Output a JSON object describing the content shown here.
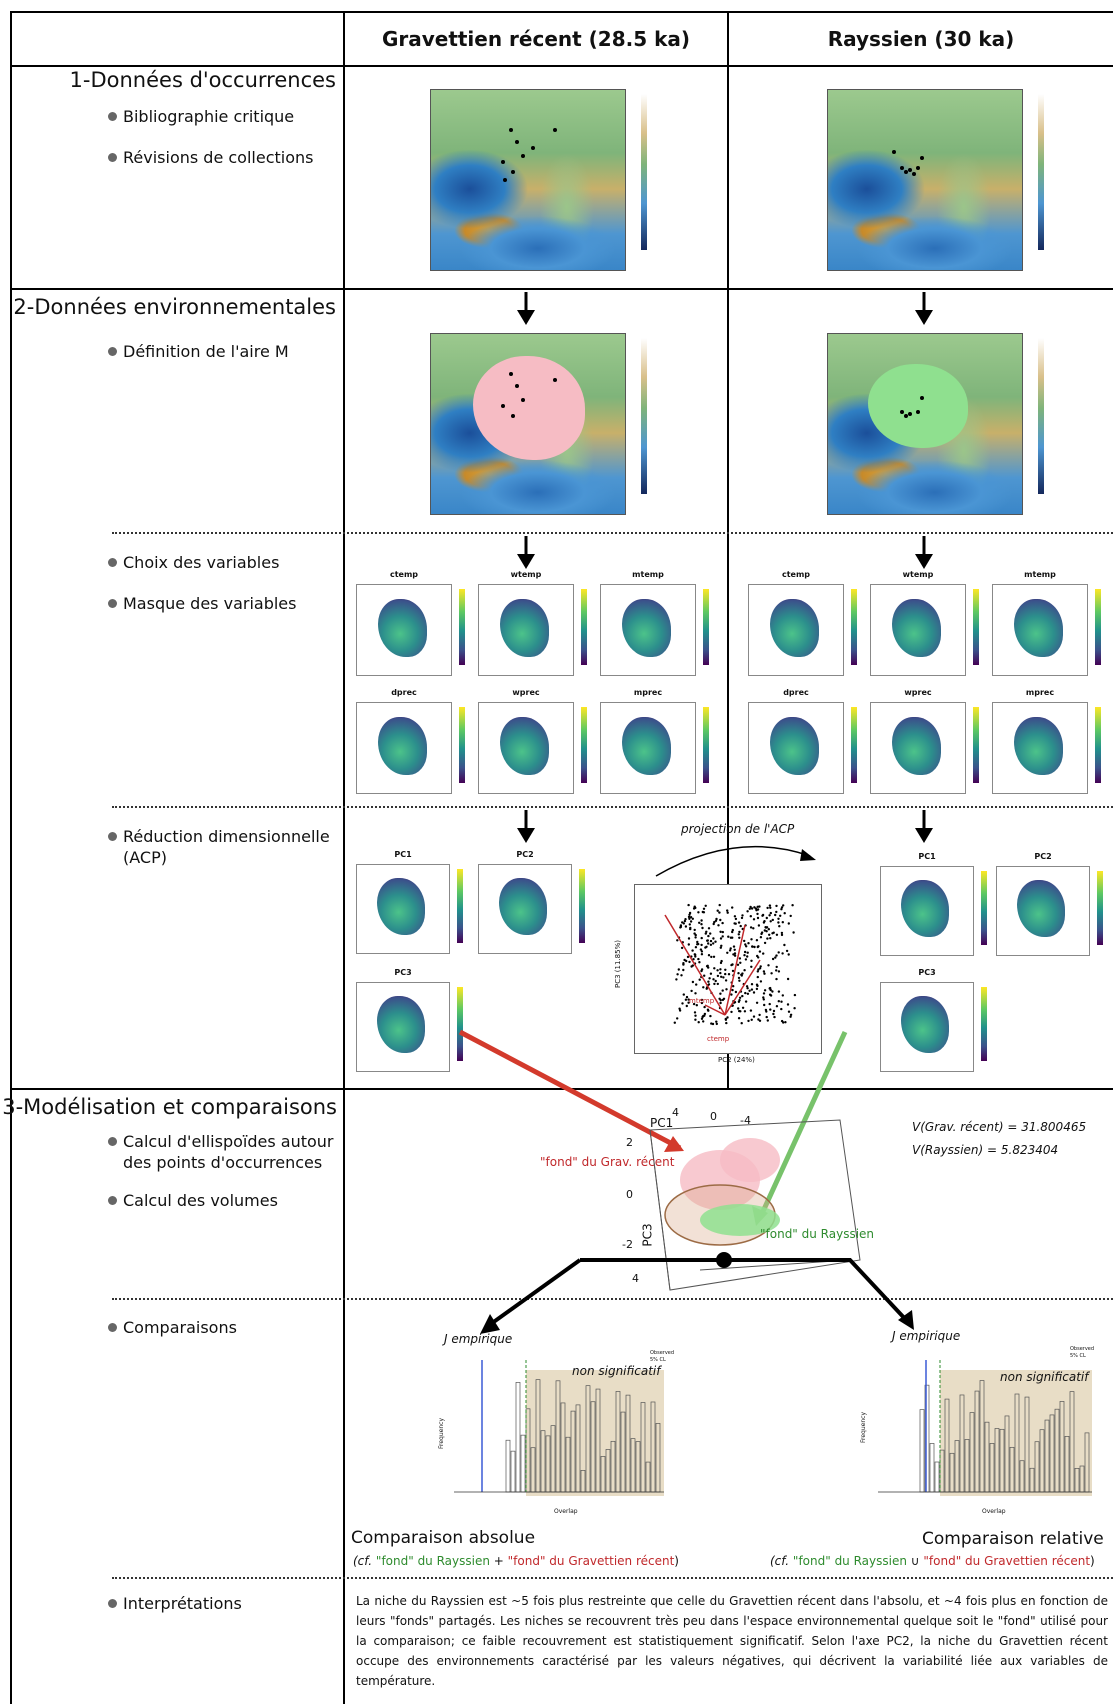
{
  "header": {
    "col1": "Gravettien récent (28.5 ka)",
    "col2": "Rayssien (30 ka)"
  },
  "sections": {
    "s1": {
      "title": "1-Données d'occurrences",
      "bullets": [
        "Bibliographie critique",
        "Révisions de collections"
      ]
    },
    "s2": {
      "title": "2-Données environnementales",
      "bullets_a": [
        "Définition de l'aire M"
      ],
      "bullets_b": [
        "Choix des variables",
        "Masque des variables"
      ],
      "bullets_c": [
        "Réduction dimensionnelle (ACP)"
      ]
    },
    "s3": {
      "title": "3-Modélisation et comparaisons",
      "bullets_a": [
        "Calcul d'ellispoïdes autour des points d'occurrences",
        "Calcul des volumes"
      ],
      "bullets_b": [
        "Comparaisons"
      ],
      "bullets_c": [
        "Interprétations"
      ]
    }
  },
  "variables": {
    "row1": [
      "ctemp",
      "wtemp",
      "mtemp"
    ],
    "row2": [
      "dprec",
      "wprec",
      "mprec"
    ]
  },
  "pca": {
    "panels": [
      "PC1",
      "PC2",
      "PC3"
    ],
    "projection_label": "projection de l'ACP",
    "xlabel": "PC2 (24%)",
    "ylabel": "PC3 (11.85%)",
    "vector_labels": [
      "mtemp",
      "ctemp"
    ]
  },
  "model": {
    "axis_labels": [
      "PC1",
      "PC3"
    ],
    "axis_ticks": [
      "4",
      "0",
      "-4",
      "2",
      "0",
      "-2",
      "4"
    ],
    "grav_label": "\"fond\" du Grav. récent",
    "ray_label": "\"fond\" du Rayssien",
    "volume_grav": "V(Grav. récent) = 31.800465",
    "volume_ray": "V(Rayssien) = 5.823404"
  },
  "comparisons": {
    "left": {
      "j_label": "J empirique",
      "ns_label": "non significatif",
      "title": "Comparaison absolue",
      "caption_prefix": "(cf. ",
      "caption_a": "\"fond\" du Rayssien",
      "caption_op": " + ",
      "caption_b": "\"fond\" du Gravettien récent",
      "caption_suffix": ")",
      "legend": [
        "Observed",
        "5% CL"
      ],
      "xlabel": "Overlap",
      "ylabel": "Frequency"
    },
    "right": {
      "j_label": "J empirique",
      "ns_label": "non significatif",
      "title": "Comparaison relative",
      "caption_prefix": "(cf. ",
      "caption_a": "\"fond\" du Rayssien",
      "caption_op": " ∪ ",
      "caption_b": "\"fond\" du Gravettien récent",
      "caption_suffix": ")",
      "legend": [
        "Observed",
        "5% CL"
      ],
      "xlabel": "Overlap",
      "ylabel": "Frequency"
    }
  },
  "interpretation": "La niche du Rayssien est ~5 fois plus restreinte que celle du Gravettien récent dans l'absolu, et ~4 fois plus en fonction de leurs \"fonds\" partagés. Les niches se recouvrent très peu dans l'espace environnemental quelque soit le \"fond\" utilisé pour la comparaison; ce faible recouvrement est statistiquement significatif. Selon l'axe PC2, la niche du Gravettien récent occupe des environnements caractérisé par les valeurs négatives, qui décrivent la variabilité liée aux variables de température.",
  "colors": {
    "grav_area": "#f6bcc4",
    "ray_area": "#8fe08f",
    "red_arrow": "#d33a2c",
    "green_arrow": "#78c26b",
    "hist_fill": "#d9c7a0",
    "blue_line": "#3b5bd6"
  }
}
